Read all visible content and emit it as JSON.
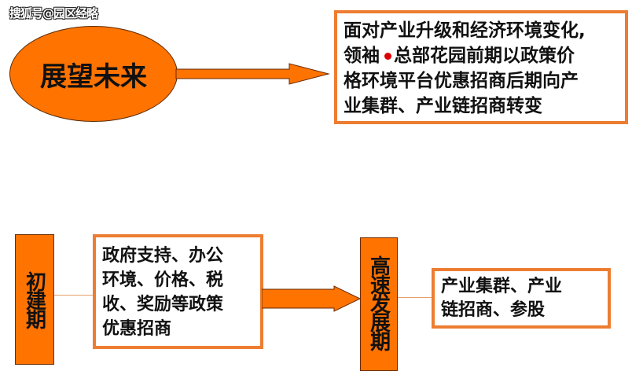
{
  "watermark": "搜狐号@园区经略",
  "top": {
    "ellipse_label": "展望未来",
    "box_lines": [
      "面对产业升级和经济环境变化,",
      "领袖",
      "总部花园前期以政策价",
      "格环境平台优惠招商后期向产",
      "业集群、产业链招商转变"
    ]
  },
  "bottom": {
    "stage1_label": "初建期",
    "stage1_lines": [
      "政府支持、办公",
      "环境、价格、税",
      "收、奖励等政策",
      "优惠招商"
    ],
    "stage2_label": "高速发展期",
    "stage2_lines": [
      "产业集群、产业",
      "链招商、参股"
    ]
  },
  "colors": {
    "orange": "#ff7300",
    "border": "#ed7d31"
  }
}
